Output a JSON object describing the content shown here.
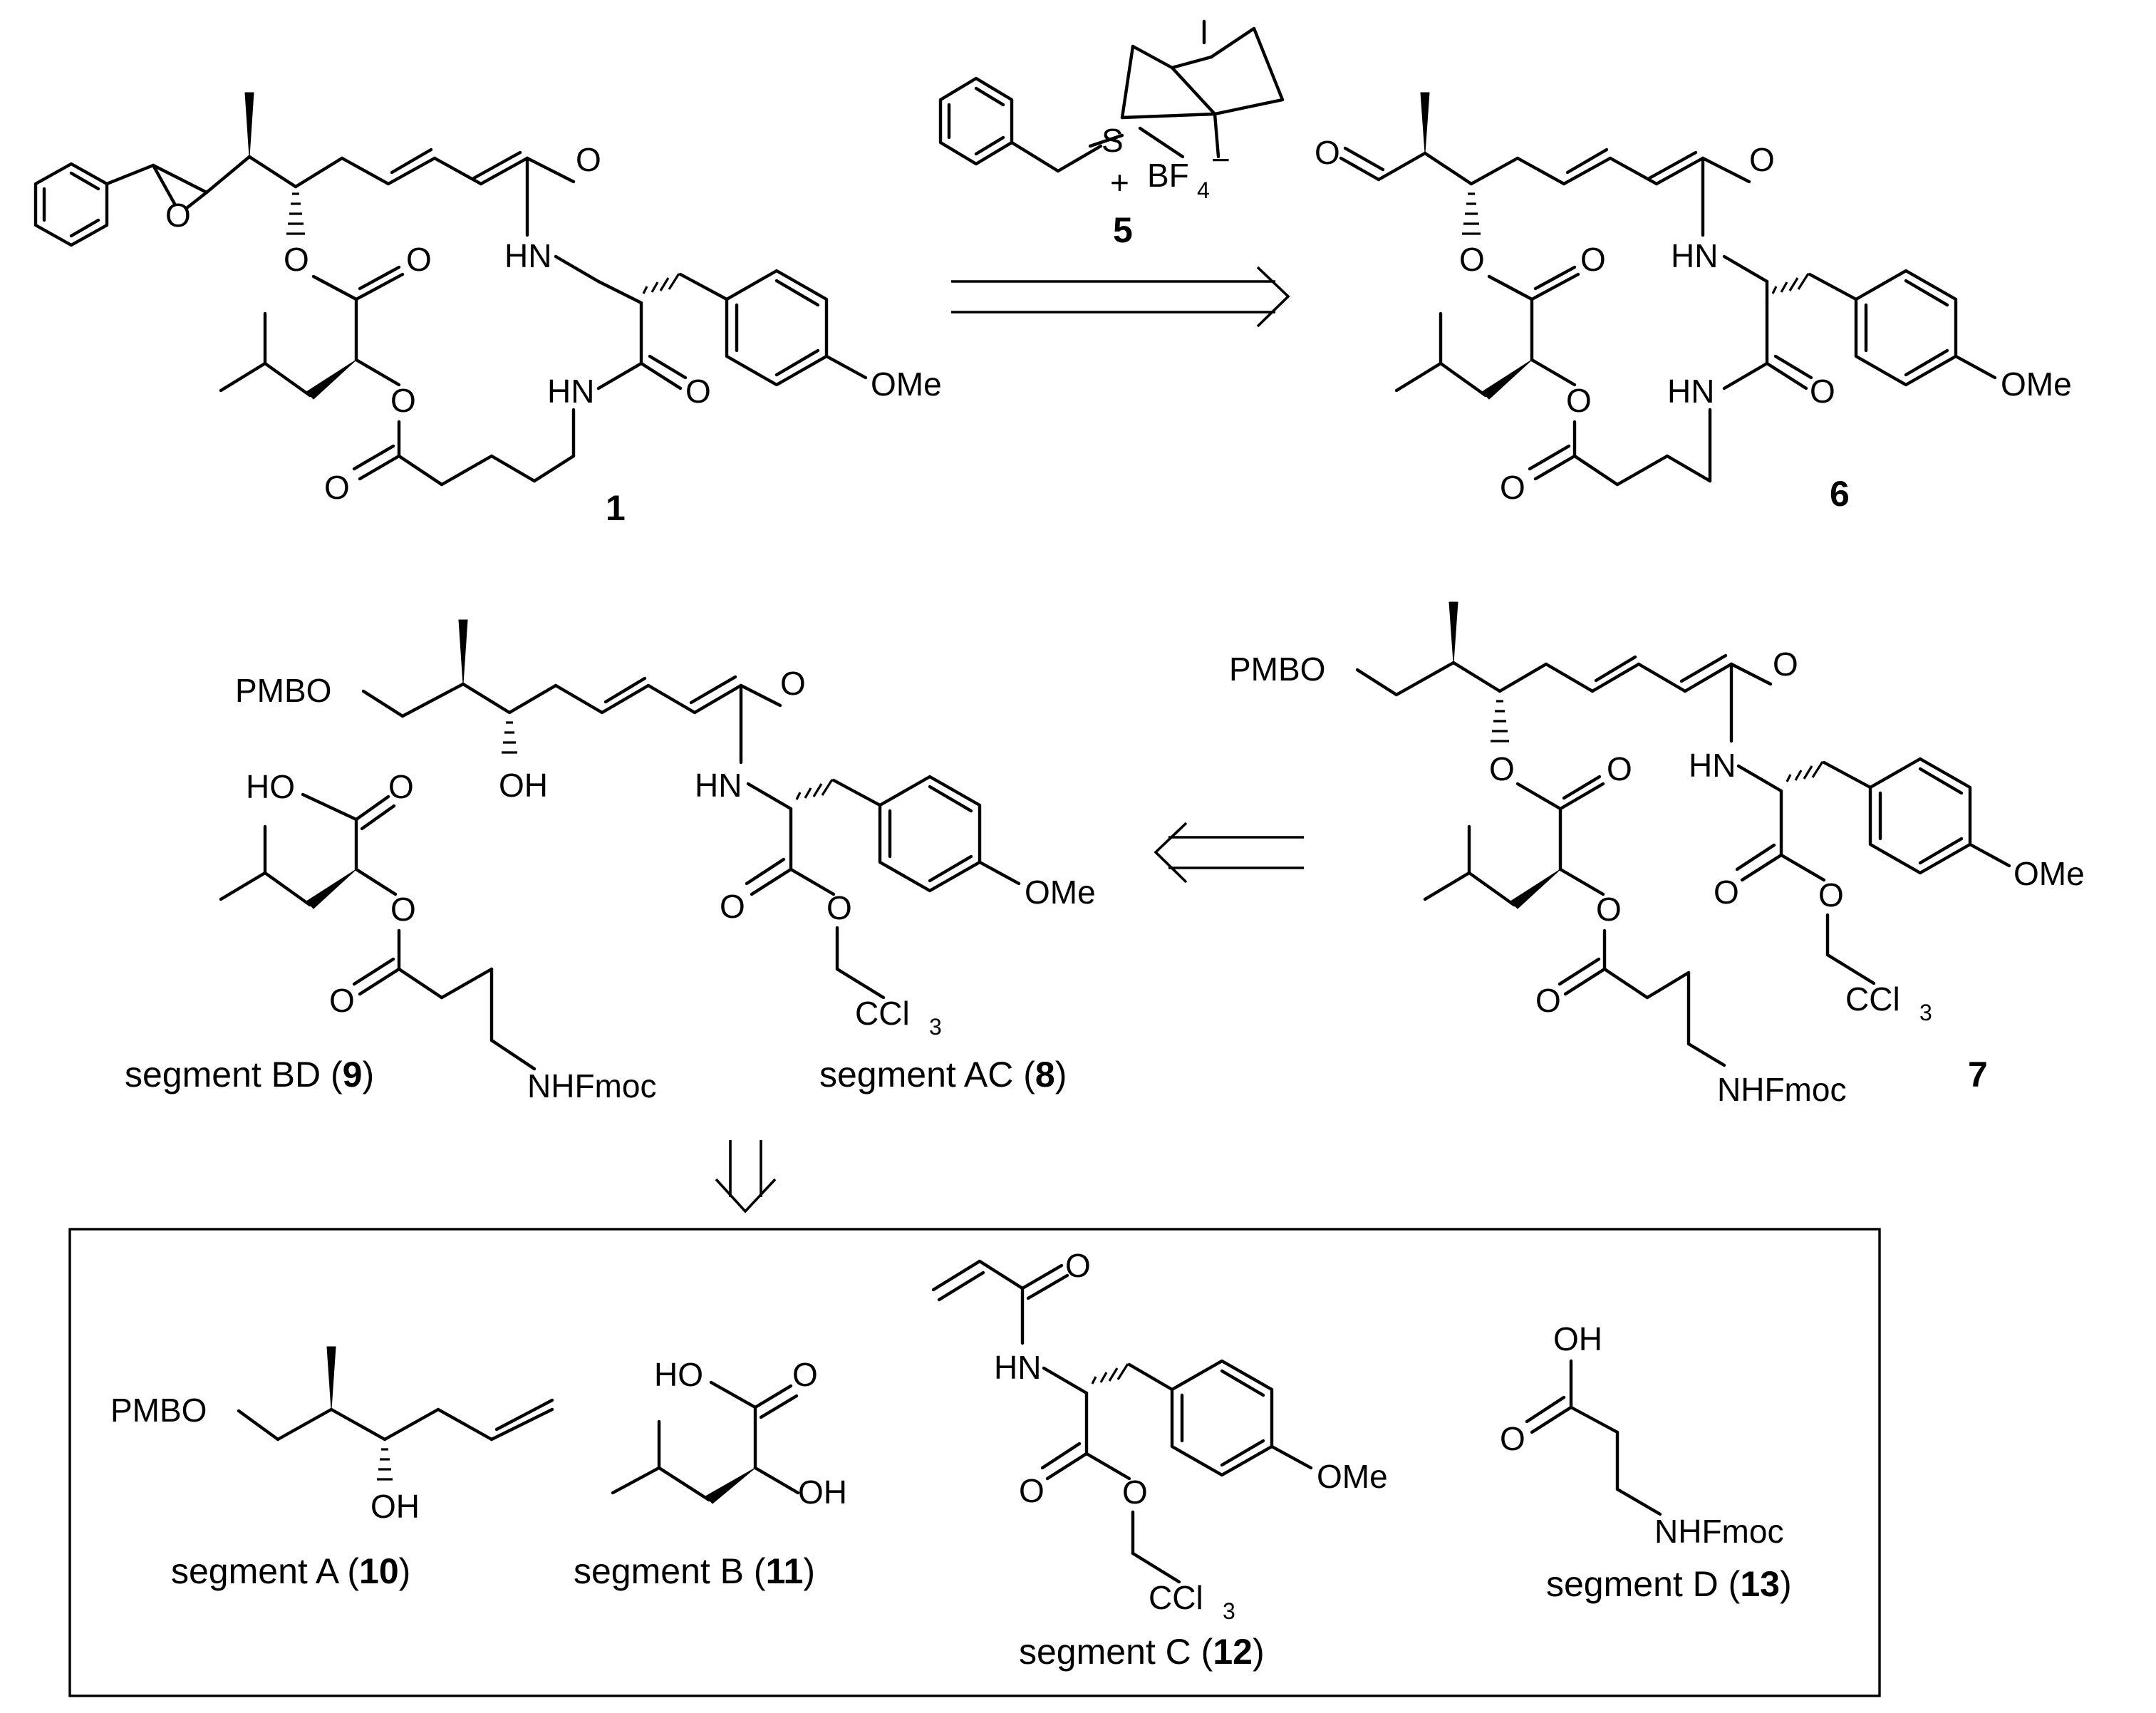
{
  "scheme": {
    "compounds": {
      "c1": {
        "number": "1"
      },
      "c5": {
        "number": "5",
        "counterion": "BF",
        "counterion_sub": "4",
        "counterion_charge": "−",
        "sulfonium_charge": "+"
      },
      "c6": {
        "number": "6"
      },
      "c7": {
        "number": "7"
      },
      "c8": {
        "caption": "segment AC (",
        "number": "8",
        "close": ")"
      },
      "c9": {
        "caption": "segment BD (",
        "number": "9",
        "close": ")"
      },
      "c10": {
        "caption": "segment A (",
        "number": "10",
        "close": ")"
      },
      "c11": {
        "caption": "segment B (",
        "number": "11",
        "close": ")"
      },
      "c12": {
        "caption": "segment C (",
        "number": "12",
        "close": ")"
      },
      "c13": {
        "caption": "segment D (",
        "number": "13",
        "close": ")"
      }
    },
    "atoms": {
      "O": "O",
      "HN": "HN",
      "HO": "HO",
      "OH": "OH",
      "OMe": "OMe",
      "S": "S",
      "PMBO": "PMBO",
      "NHFmoc": "NHFmoc",
      "CCl": "CCl",
      "CCl_sub": "3"
    }
  }
}
